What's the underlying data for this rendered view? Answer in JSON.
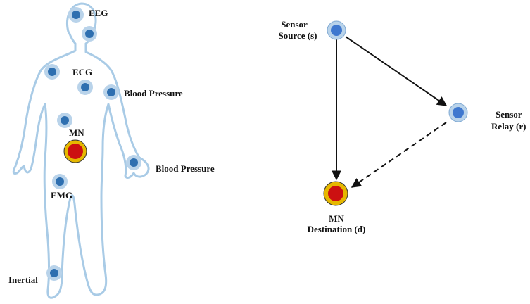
{
  "labels": {
    "eeg": "EEG",
    "ecg": "ECG",
    "blood_pressure_upper": "Blood Pressure",
    "blood_pressure_lower": "Blood Pressure",
    "mn_body": "MN",
    "emg": "EMG",
    "inertial": "Inertial",
    "source_line1": "Sensor",
    "source_line2": "Source (s)",
    "relay_line1": "Sensor",
    "relay_line2": "Relay (r)",
    "dest_line1": "MN",
    "dest_line2": "Destination (d)"
  },
  "colors": {
    "body_outline": "#a9cbe6",
    "sensor_ring": "#b9d3ea",
    "sensor_core": "#2e6fb0",
    "relay_core": "#3f78cf",
    "mn_ring": "#e6b800",
    "mn_core": "#cc1111",
    "arrow": "#111111"
  },
  "links": [
    {
      "from": "source",
      "to": "destination",
      "style": "solid"
    },
    {
      "from": "source",
      "to": "relay",
      "style": "solid"
    },
    {
      "from": "relay",
      "to": "destination",
      "style": "dashed"
    }
  ]
}
